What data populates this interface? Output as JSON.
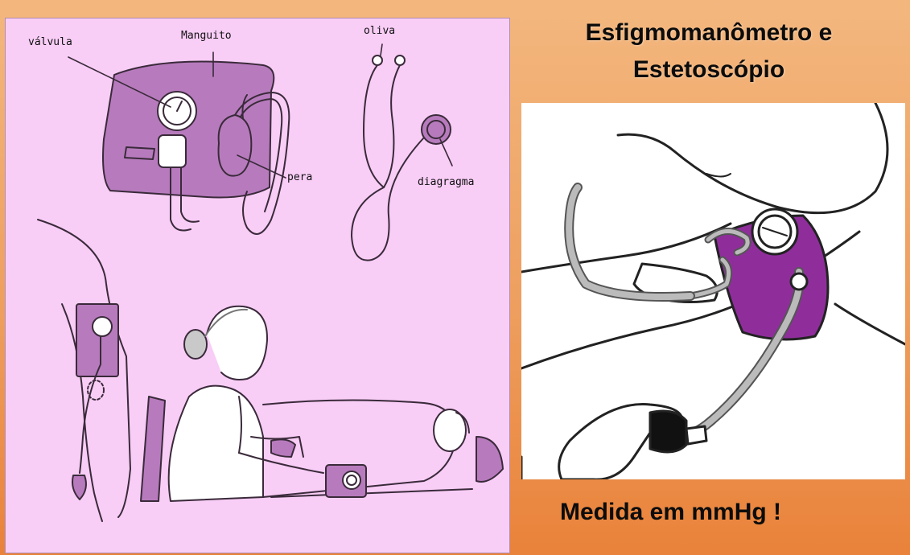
{
  "title": {
    "line1": "Esfigmomanômetro e",
    "line2": "Estetoscópio"
  },
  "caption": "Medida em mmHg !",
  "left_labels": {
    "valvula": "válvula",
    "manguito": "Manguito",
    "pera": "pera",
    "oliva": "oliva",
    "diagragma": "diagragma"
  },
  "colors": {
    "background_gradient_top": "#f3b77e",
    "background_gradient_bottom": "#e9823a",
    "left_panel_bg": "#f8cdf6",
    "cuff_purple": "#b77bbd",
    "right_cuff_purple": "#8f2e9b",
    "right_panel_bg": "#ffffff"
  }
}
